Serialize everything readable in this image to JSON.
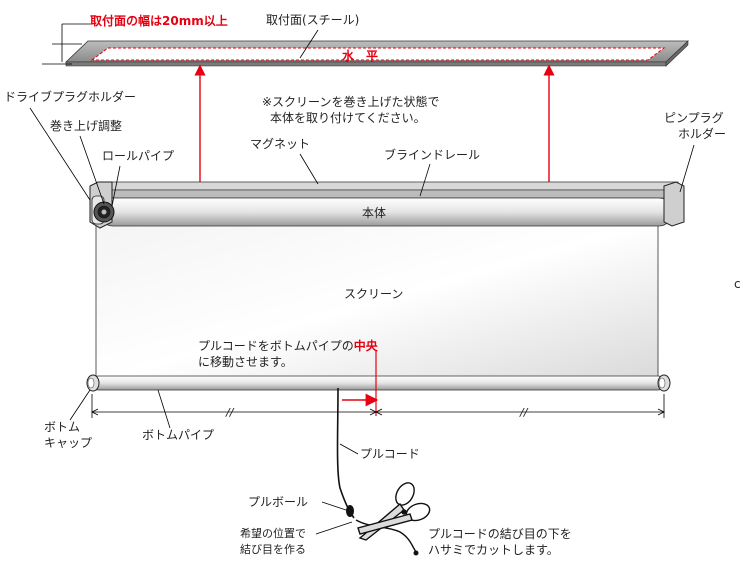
{
  "labels": {
    "width_note": "取付面の幅は20mm以上",
    "mount_surface": "取付面(スチール)",
    "level": "水　平",
    "drive_holder": "ドライブプラグホルダー",
    "roll_adjust": "巻き上げ調整",
    "roll_pipe": "ロールパイプ",
    "note_line1": "※スクリーンを巻き上げた状態で",
    "note_line2": "本体を取り付けてください。",
    "pin_holder_line1": "ピンプラグ",
    "pin_holder_line2": "ホルダー",
    "magnet": "マグネット",
    "blind_rail": "ブラインドレール",
    "main_body": "本体",
    "screen": "スクリーン",
    "pull_note_line1_prefix": "プルコードをボトムパイプの",
    "pull_note_line1_highlight": "中央",
    "pull_note_line2": "に移動させます。",
    "bottom_cap_line1": "ボトム",
    "bottom_cap_line2": "キャップ",
    "bottom_pipe": "ボトムパイプ",
    "pull_cord": "プルコード",
    "pull_ball": "プルボール",
    "knot_line1": "希望の位置で",
    "knot_line2": "結び目を作る",
    "cut_line1": "プルコードの結び目の下を",
    "cut_line2": "ハサミでカットします。",
    "break_mark": "//",
    "edge_glyph": "c"
  },
  "colors": {
    "accent": "#e60012",
    "steel": "#9a9a9a",
    "screen_fill": "#ececec"
  }
}
